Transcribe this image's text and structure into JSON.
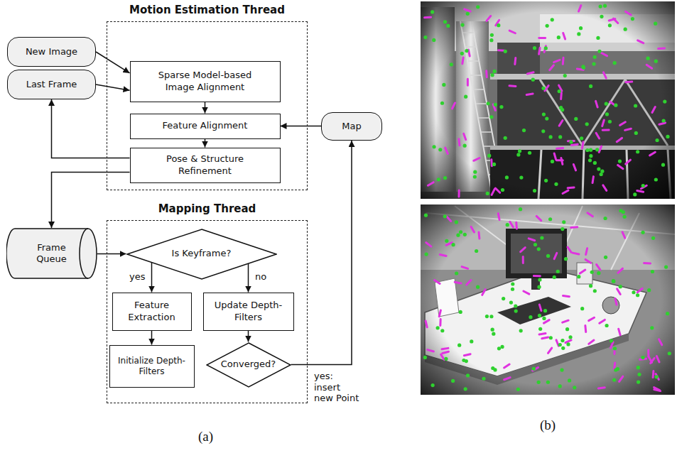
{
  "diagram": {
    "nodes": [
      {
        "text": [
          "Motion Estimation Thread"
        ]
      },
      {
        "text": [
          "Sparse Model-based Image Alignment"
        ],
        "in": 0
      },
      {
        "text": [
          "Feature Alignment"
        ],
        "in": 0
      },
      {
        "text": [
          "Pose & Structure Refinement"
        ],
        "in": 0
      },
      {
        "text": [
          "New Image"
        ]
      },
      {
        "text": [
          "Last Frame"
        ]
      },
      {
        "text": [
          "Map"
        ]
      },
      {
        "text": [
          "Mapping Thread"
        ]
      },
      {
        "text": [
          "Is Keyframe?"
        ],
        "in": 7
      },
      {
        "text": [
          "Feature Extraction"
        ],
        "in": 7
      },
      {
        "text": [
          "Update Depth-Filters"
        ],
        "in": 7
      },
      {
        "text": [
          "Initialize Depth-Filters"
        ],
        "in": 7
      },
      {
        "text": [
          "Converged?"
        ],
        "in": 7
      },
      {
        "text": [
          "Frame Queue"
        ]
      }
    ],
    "edges": [
      {
        "from": 4,
        "to": 1,
        "arrow": "to"
      },
      {
        "from": 5,
        "to": 1,
        "arrow": "to"
      },
      {
        "from": 1,
        "to": 2,
        "arrow": "to"
      },
      {
        "from": 6,
        "to": 2,
        "arrow": "to"
      },
      {
        "from": 2,
        "to": 3,
        "arrow": "to"
      },
      {
        "from": 3,
        "to": 5,
        "arrow": "to"
      },
      {
        "from": 3,
        "to": 13,
        "arrow": "to"
      },
      {
        "from": 13,
        "to": 8,
        "arrow": "to"
      },
      {
        "from": 8,
        "to": 9,
        "label": "yes",
        "arrow": "to"
      },
      {
        "from": 8,
        "to": 10,
        "label": "no",
        "arrow": "to"
      },
      {
        "from": 9,
        "to": 11,
        "arrow": "to"
      },
      {
        "from": 10,
        "to": 12,
        "arrow": "to"
      },
      {
        "from": 12,
        "to": 6,
        "label": "yes: insert new Point",
        "arrow": "to"
      }
    ],
    "labels": [
      "(a)",
      "(b)"
    ]
  }
}
